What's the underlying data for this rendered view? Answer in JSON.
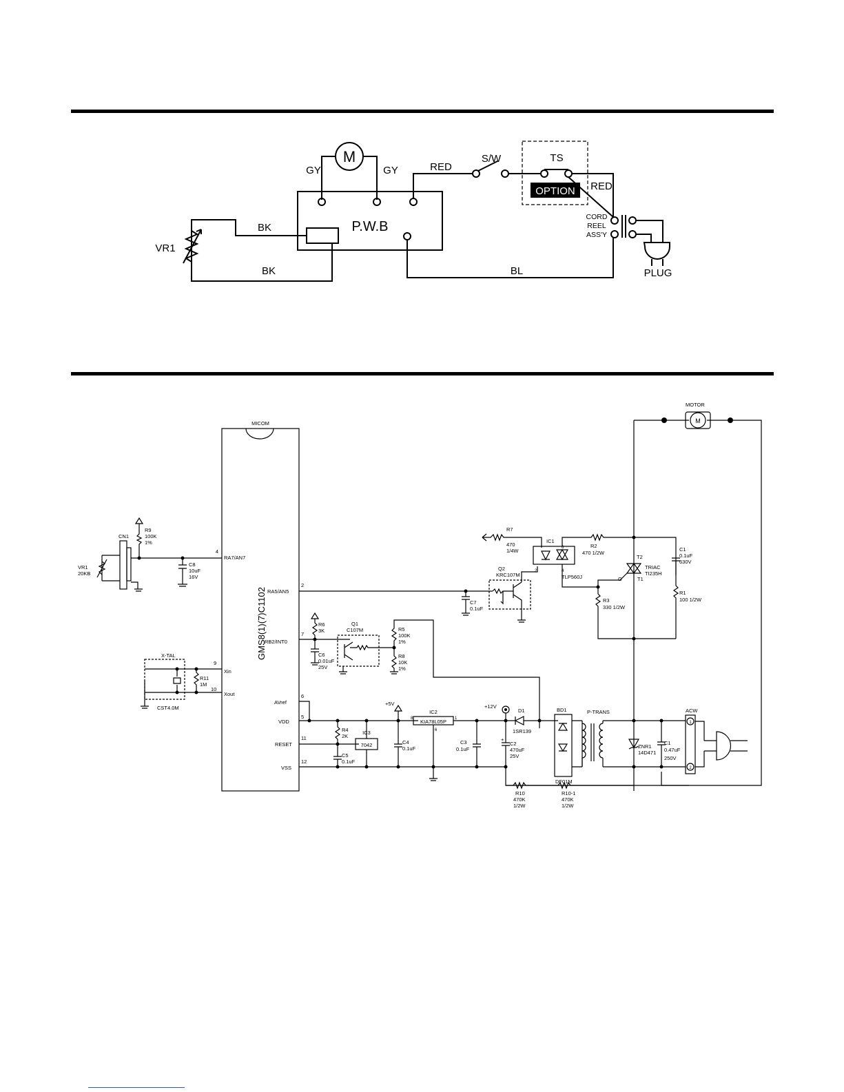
{
  "wiring": {
    "motor": "M",
    "pwb": "P.W.B",
    "gy_left": "GY",
    "gy_right": "GY",
    "red_top": "RED",
    "sw": "S/W",
    "ts": "TS",
    "option": "OPTION",
    "red_right": "RED",
    "cord1": "CORD",
    "cord2": "REEL",
    "cord3": "ASS'Y",
    "plug": "PLUG",
    "bk_top": "BK",
    "bk_bottom": "BK",
    "vr1": "VR1",
    "bl": "BL"
  },
  "schematic": {
    "micom": "MICOM",
    "chip": "GMS8(1)(7)C1102",
    "motor": "MOTOR",
    "motor_symbol": "M",
    "pins": {
      "p4": "4",
      "p4n": "RA7/AN7",
      "p2": "2",
      "p2n": "RA5/AN5",
      "p7": "7",
      "p7n": "RB2/INT0",
      "p9": "9",
      "p9n": "Xin",
      "p10": "10",
      "p10n": "Xout",
      "p6": "6",
      "p6n": "AVref",
      "p5": "5",
      "p5n": "VDD",
      "p11": "11",
      "p11n": "RESET",
      "p12": "12",
      "p12n": "VSS"
    },
    "vr1a": "VR1",
    "vr1b": "20KB",
    "cn1": "CN1",
    "r9a": "R9",
    "r9b": "100K",
    "r9c": "1%",
    "c8a": "C8",
    "c8b": "10uF",
    "c8c": "16V",
    "xtal": "X-TAL",
    "r11a": "R11",
    "r11b": "1M",
    "cst": "CST4.0M",
    "r6a": "R6",
    "r6b": "3K",
    "c6a": "C6",
    "c6b": "0.01uF",
    "c6c": "25V",
    "q1a": "Q1",
    "q1b": "C107M",
    "r5a": "R5",
    "r5b": "100K",
    "r5c": "1%",
    "r8a": "R8",
    "r8b": "10K",
    "r8c": "1%",
    "r7a": "R7",
    "r7b": "470",
    "r7c": "1/4W",
    "ic1": "IC1",
    "ic1p": "TLP560J",
    "ic1pin6": "6",
    "ic1pin4": "4",
    "ic1pin2": "2",
    "ic1pin1": "1",
    "q2a": "Q2",
    "q2b": "KRC107M",
    "c7a": "C7",
    "c7b": "0.1uF",
    "r2a": "R2",
    "r2b": "470 1/2W",
    "t2a": "T2",
    "t2b": "TRIAC",
    "t2c": "TI235H",
    "g": "G",
    "t1": "T1",
    "r3a": "R3",
    "r3b": "330 1/2W",
    "c1a": "C1",
    "c1b": "0.1uF",
    "c1c": "630V",
    "r1a": "R1",
    "r1b": "100 1/2W",
    "r4a": "R4",
    "r4b": "2K",
    "c5a": "C5",
    "c5b": "0.1uF",
    "ic3a": "IC3",
    "ic3b": "7042",
    "p5v": "+5V",
    "c4a": "C4",
    "c4b": "0.1uF",
    "ic2a": "IC2",
    "ic2b": "KIA78L05P",
    "ic2p8": "8",
    "ic2p1": "1",
    "ic2p6": "6",
    "c3a": "C3",
    "c3b": "0.1uF",
    "p12v": "+12V",
    "d1a": "D1",
    "d1b": "1SR139",
    "c2a": "C2",
    "c2b": "470uF",
    "c2c": "25V",
    "bd1a": "BD1",
    "bd1b": "DF01M",
    "ptrans": "P-TRANS",
    "znr1a": "ZNR1",
    "znr1b": "14D471",
    "c1xa": "C1",
    "c1xb": "0.47uF",
    "c1xc": "250V",
    "acw": "ACW",
    "acw1": "1",
    "acw2": "2",
    "r10a": "R10",
    "r10b": "470K",
    "r10c": "1/2W",
    "r101a": "R10-1",
    "r101b": "470K",
    "r101c": "1/2W"
  }
}
